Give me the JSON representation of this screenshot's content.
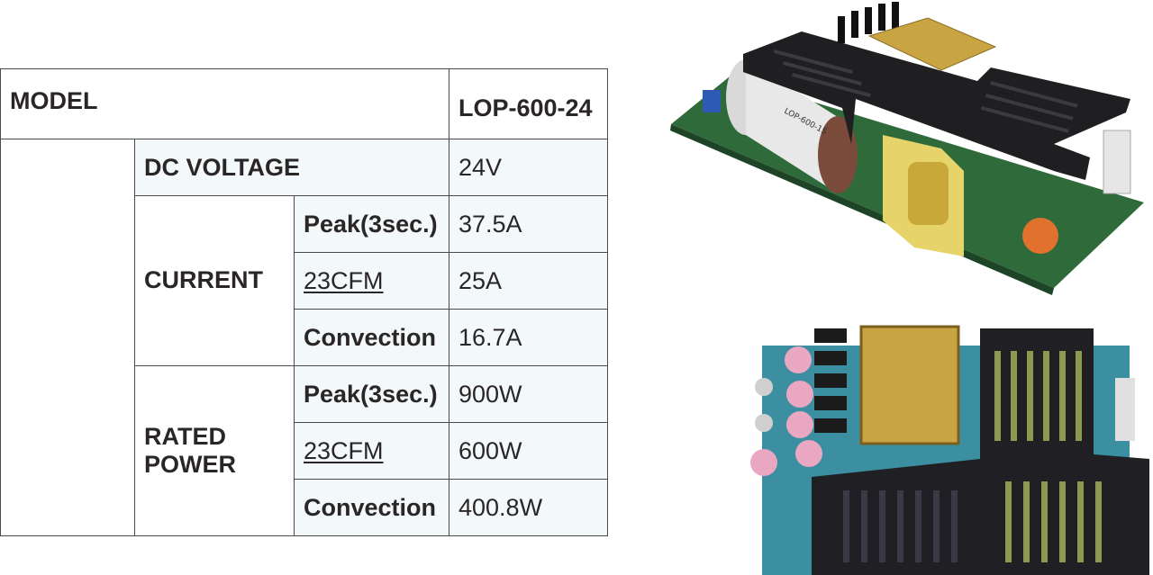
{
  "table": {
    "model_label": "MODEL",
    "model_value": "LOP-600-24",
    "dc_voltage": {
      "label": "DC VOLTAGE",
      "value": "24V"
    },
    "current": {
      "label": "CURRENT",
      "rows": [
        {
          "condition": "Peak(3sec.)",
          "value": "37.5A",
          "underlined": false
        },
        {
          "condition": "23CFM",
          "value": "25A",
          "underlined": true
        },
        {
          "condition": "Convection",
          "value": "16.7A",
          "underlined": false
        }
      ]
    },
    "rated_power": {
      "label_line1": "RATED",
      "label_line2": "POWER",
      "rows": [
        {
          "condition": "Peak(3sec.)",
          "value": "900W",
          "underlined": false
        },
        {
          "condition": "23CFM",
          "value": "600W",
          "underlined": true
        },
        {
          "condition": "Convection",
          "value": "400.8W",
          "underlined": false
        }
      ]
    }
  },
  "photos": {
    "top_label_text": "LOP-600-15",
    "colors": {
      "pcb": "#2f6a3a",
      "pcb_top": "#3b8fa0",
      "heatsink": "#1f1f22",
      "transformer": "#c9a443",
      "coil": "#e6d36a"
    }
  }
}
